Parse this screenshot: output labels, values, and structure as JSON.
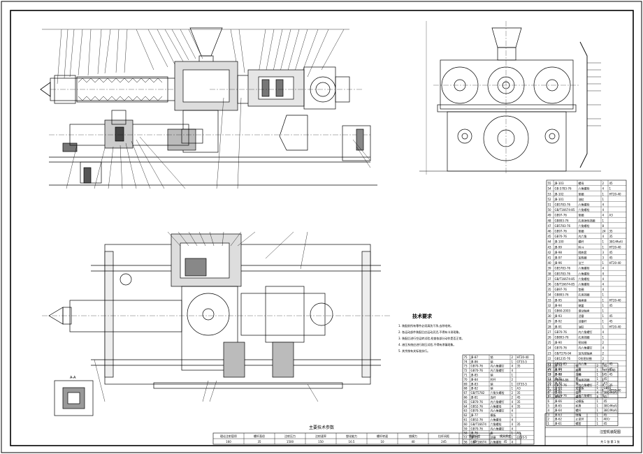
{
  "drawing": {
    "table_title": "主要技术参数",
    "notes_title": "技术要求",
    "notes": [
      "1. 装配前所有零件必须清洗干净,去除毛刺。",
      "2. 各运动部件装配后应运动灵活,不得有卡滞现象。",
      "3. 装配后进行空运转试验,检查各部分动作是否正常。",
      "4. 液压系统应进行耐压试验,不得有渗漏现象。",
      "5. 其余按有关标准执行。"
    ],
    "title_block": {
      "name": "注塑机装配图",
      "sheet": "共 1 张 第 1 张"
    },
    "params": [
      {
        "h": "理论注射容积",
        "v": "160"
      },
      {
        "h": "螺杆直径",
        "v": "35"
      },
      {
        "h": "注射压力",
        "v": "1500"
      },
      {
        "h": "注射速率",
        "v": "150"
      },
      {
        "h": "塑化能力",
        "v": "16.5"
      },
      {
        "h": "螺杆转速",
        "v": "10"
      },
      {
        "h": "锁模力",
        "v": "40"
      },
      {
        "h": "拉杆间距",
        "v": "245"
      },
      {
        "h": "移模行程",
        "v": "45"
      },
      {
        "h": "模具厚度",
        "v": "45"
      }
    ]
  },
  "bom_right": [
    {
      "no": "55",
      "code": "JB-103",
      "name": "螺母",
      "qty": "2",
      "mat": "45"
    },
    {
      "no": "54",
      "code": "GB-5783-76",
      "name": "六角螺栓",
      "qty": "4",
      "mat": "",
      "note": "1"
    },
    {
      "no": "53",
      "code": "JB-102",
      "name": "垫圈",
      "qty": "1",
      "mat": "HT20-40"
    },
    {
      "no": "52",
      "code": "JB-101",
      "name": "油缸",
      "qty": "1",
      "mat": ""
    },
    {
      "no": "51",
      "code": "GB5783-76",
      "name": "六角螺栓",
      "qty": "4",
      "mat": ""
    },
    {
      "no": "50",
      "code": "GB/T16674-85",
      "name": "六角螺栓",
      "qty": "4",
      "mat": ""
    },
    {
      "no": "49",
      "code": "GB97-76",
      "name": "垫圈",
      "qty": "4",
      "mat": "A3"
    },
    {
      "no": "48",
      "code": "GB893-76",
      "name": "孔用弹性挡圈",
      "qty": "1",
      "mat": ""
    },
    {
      "no": "47",
      "code": "GB5783-76",
      "name": "六角螺栓",
      "qty": "8",
      "mat": ""
    },
    {
      "no": "46",
      "code": "GB97-76",
      "name": "垫圈",
      "qty": "24",
      "mat": "35"
    },
    {
      "no": "45",
      "code": "GB70-76",
      "name": "内六角",
      "qty": "4",
      "mat": "35"
    },
    {
      "no": "44",
      "code": "JB-100",
      "name": "螺杆",
      "qty": "1",
      "mat": "38CrMoAl"
    },
    {
      "no": "43",
      "code": "JB-99",
      "name": "料斗",
      "qty": "1",
      "mat": "HT20-40"
    },
    {
      "no": "42",
      "code": "JB-98",
      "name": "隔热套",
      "qty": "3",
      "mat": "45"
    },
    {
      "no": "41",
      "code": "JB-97",
      "name": "加热圈",
      "qty": "3",
      "mat": "45"
    },
    {
      "no": "40",
      "code": "JB-96",
      "name": "法兰",
      "qty": "1",
      "mat": "HT20-40"
    },
    {
      "no": "39",
      "code": "GB5783-76",
      "name": "六角螺栓",
      "qty": "4",
      "mat": ""
    },
    {
      "no": "38",
      "code": "GB5783-76",
      "name": "六角螺栓",
      "qty": "4",
      "mat": ""
    },
    {
      "no": "37",
      "code": "GB/T16674-85",
      "name": "六角螺栓",
      "qty": "4",
      "mat": ""
    },
    {
      "no": "36",
      "code": "GB/T16674-85",
      "name": "六角螺栓",
      "qty": "4",
      "mat": ""
    },
    {
      "no": "35",
      "code": "GB97-76",
      "name": "垫圈",
      "qty": "4",
      "mat": ""
    },
    {
      "no": "34",
      "code": "GB893-76",
      "name": "孔用挡圈",
      "qty": "1",
      "mat": ""
    },
    {
      "no": "33",
      "code": "JB-95",
      "name": "轴承座",
      "qty": "1",
      "mat": "HT20-40"
    },
    {
      "no": "32",
      "code": "JB-94",
      "name": "端盖",
      "qty": "1",
      "mat": "45"
    },
    {
      "no": "31",
      "code": "GB60-2003",
      "name": "滚动轴承",
      "qty": "1",
      "mat": ""
    },
    {
      "no": "30",
      "code": "JB-93",
      "name": "活塞",
      "qty": "1",
      "mat": "45"
    },
    {
      "no": "29",
      "code": "JB-92",
      "name": "活塞杆",
      "qty": "1",
      "mat": "45"
    },
    {
      "no": "28",
      "code": "JB-91",
      "name": "油缸",
      "qty": "1",
      "mat": "HT20-40"
    },
    {
      "no": "27",
      "code": "GB70-76",
      "name": "内六角螺钉",
      "qty": "4",
      "mat": ""
    },
    {
      "no": "26",
      "code": "GB893-76",
      "name": "孔用挡圈",
      "qty": "1",
      "mat": ""
    },
    {
      "no": "25",
      "code": "JB-90",
      "name": "密封圈",
      "qty": "2",
      "mat": ""
    },
    {
      "no": "24",
      "code": "GB70-76",
      "name": "内六角螺钉",
      "qty": "4",
      "mat": ""
    },
    {
      "no": "23",
      "code": "GB/T276-94",
      "name": "深沟球轴承",
      "qty": "2",
      "mat": ""
    },
    {
      "no": "22",
      "code": "GB1235-76",
      "name": "O形密封圈",
      "qty": "2",
      "mat": ""
    },
    {
      "no": "21",
      "code": "GB70-85",
      "name": "内六角",
      "qty": "4",
      "mat": "45"
    },
    {
      "no": "20",
      "code": "JB-89",
      "name": "套",
      "qty": "1",
      "mat": "45"
    },
    {
      "no": "19",
      "code": "JB-88",
      "name": "轴",
      "qty": "1",
      "mat": "45"
    },
    {
      "no": "18",
      "code": "GB894-86",
      "name": "轴用挡圈",
      "qty": "1",
      "mat": ""
    },
    {
      "no": "17",
      "code": "GB70-76",
      "name": "内六角螺钉",
      "qty": "4",
      "mat": "35"
    },
    {
      "no": "16",
      "code": "JB-87",
      "name": "座",
      "qty": "1",
      "mat": "HT20-40"
    },
    {
      "no": "15",
      "code": "GB70-76",
      "name": "内六角螺钉",
      "qty": "4",
      "mat": ""
    }
  ],
  "bom_bottom": [
    {
      "no": "75",
      "code": "JB-87",
      "name": "销",
      "qty": "2",
      "mat": "HT20-40"
    },
    {
      "no": "74",
      "code": "JB-86",
      "name": "销",
      "qty": "1",
      "mat": "GT35-5"
    },
    {
      "no": "73",
      "code": "GB70-76",
      "name": "内六角螺钉",
      "qty": "4",
      "mat": "35"
    },
    {
      "no": "72",
      "code": "GB70-76",
      "name": "内六角螺钉",
      "qty": "4",
      "mat": ""
    },
    {
      "no": "71",
      "code": "JB-85",
      "name": "销",
      "qty": "1",
      "mat": ""
    },
    {
      "no": "70",
      "code": "JB-84",
      "name": "肘杆",
      "qty": "2",
      "mat": ""
    },
    {
      "no": "69",
      "code": "JB-83",
      "name": "销",
      "qty": "1",
      "mat": "GT35-5"
    },
    {
      "no": "68",
      "code": "JB-82",
      "name": "销",
      "qty": "1",
      "mat": "A3"
    },
    {
      "no": "67",
      "code": "GB/T5782",
      "name": "六角头螺栓",
      "qty": "2",
      "mat": "35"
    },
    {
      "no": "66",
      "code": "JB-81",
      "name": "连杆",
      "qty": "2",
      "mat": "45"
    },
    {
      "no": "65",
      "code": "GB70-76",
      "name": "内六角螺钉",
      "qty": "4",
      "mat": "35"
    },
    {
      "no": "64",
      "code": "GB52-76",
      "name": "六角螺母",
      "qty": "4",
      "mat": "35"
    },
    {
      "no": "63",
      "code": "GB70-76",
      "name": "内六角螺钉",
      "qty": "4",
      "mat": ""
    },
    {
      "no": "62",
      "code": "JB-77",
      "name": "模板",
      "qty": "1",
      "mat": ""
    },
    {
      "no": "61",
      "code": "GB52-76",
      "name": "六角螺母",
      "qty": "4",
      "mat": ""
    },
    {
      "no": "60",
      "code": "GB/T16674",
      "name": "六角螺栓",
      "qty": "4",
      "mat": "35"
    },
    {
      "no": "59",
      "code": "GB70-76",
      "name": "内六角螺钉",
      "qty": "4",
      "mat": ""
    },
    {
      "no": "58",
      "code": "JB-76",
      "name": "座",
      "qty": "1",
      "mat": "A3"
    },
    {
      "no": "57",
      "code": "JB-75",
      "name": "活塞",
      "qty": "1",
      "mat": "GT35-5"
    },
    {
      "no": "56",
      "code": "GB/T16674",
      "name": "六角螺栓",
      "qty": "4",
      "mat": ""
    }
  ],
  "bom_bottom2": [
    {
      "no": "14",
      "code": "JB-74",
      "name": "销",
      "qty": "2",
      "mat": "45"
    },
    {
      "no": "13",
      "code": "JB-73",
      "name": "肘杆",
      "qty": "1",
      "mat": "HT20-40"
    },
    {
      "no": "12",
      "code": "JB-72",
      "name": "连杆",
      "qty": "1",
      "mat": "45"
    },
    {
      "no": "11",
      "code": "JB-71",
      "name": "套",
      "qty": "1",
      "mat": "45"
    },
    {
      "no": "10",
      "code": "JB-70",
      "name": "轴",
      "qty": "2",
      "mat": "A3"
    },
    {
      "no": "9",
      "code": "JB-69",
      "name": "定模板",
      "qty": "1",
      "mat": "GB55"
    },
    {
      "no": "8",
      "code": "JB-68",
      "name": "拉杆",
      "qty": "4",
      "mat": "38CrMoAl"
    },
    {
      "no": "7",
      "code": "JB-67",
      "name": "螺母",
      "qty": "8",
      "mat": "45"
    },
    {
      "no": "6",
      "code": "JB-66",
      "name": "动模板",
      "qty": "1",
      "mat": "45"
    },
    {
      "no": "5",
      "code": "JB-65",
      "name": "机筒",
      "qty": "1",
      "mat": "38CrMoAl"
    },
    {
      "no": "4",
      "code": "JB-64",
      "name": "螺杆",
      "qty": "1",
      "mat": "38CrMoAl"
    },
    {
      "no": "3",
      "code": "JB-63",
      "name": "喷嘴",
      "qty": "1",
      "mat": "45"
    },
    {
      "no": "2",
      "code": "JB-62",
      "name": "止逆环",
      "qty": "1",
      "mat": "40Cr"
    },
    {
      "no": "1",
      "code": "JB-61",
      "name": "螺套",
      "qty": "1",
      "mat": "45"
    }
  ],
  "bom_headers": [
    "序号",
    "代号",
    "名称",
    "数量",
    "材料",
    "单件",
    "总计",
    "备注"
  ],
  "section_label": "A-A"
}
